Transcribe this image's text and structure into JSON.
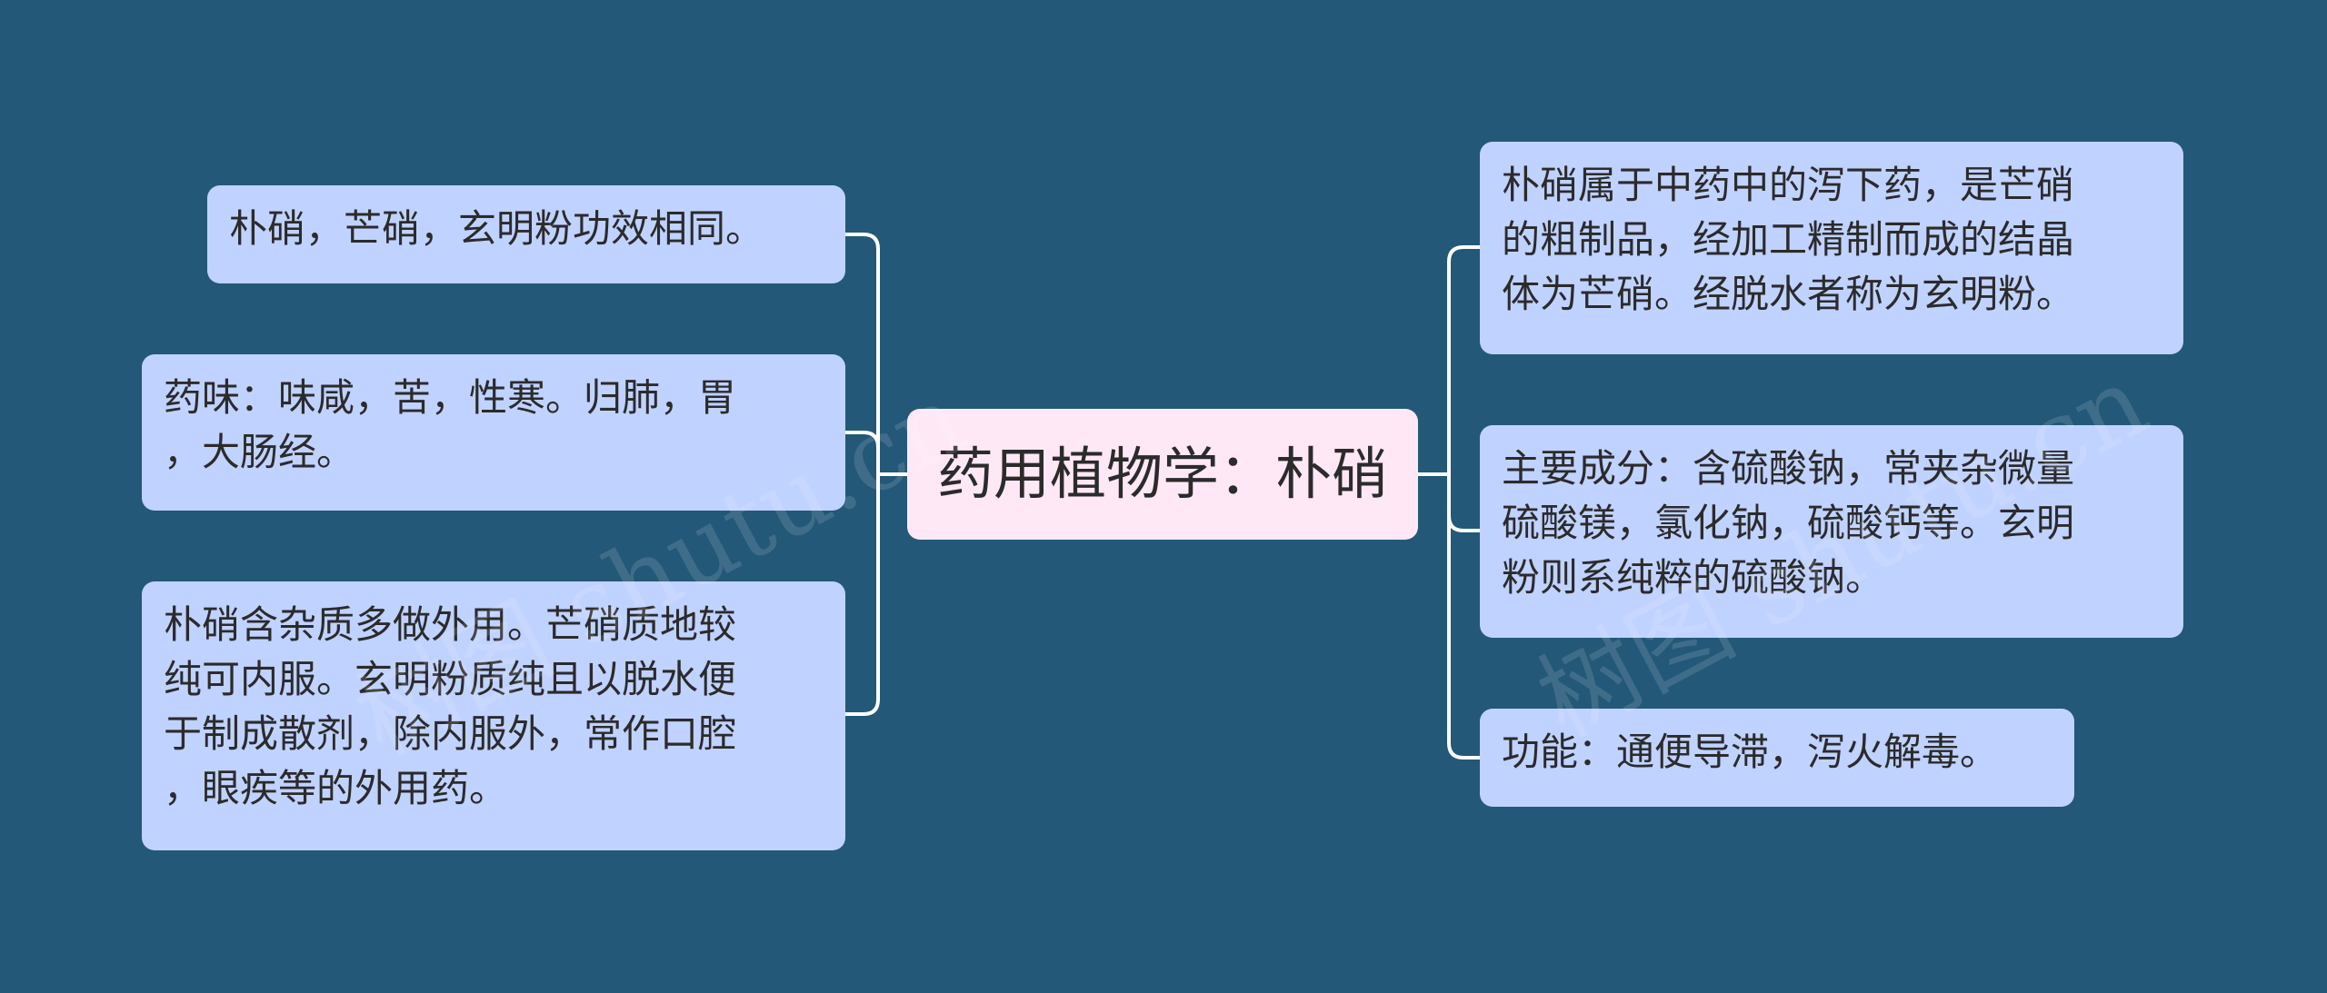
{
  "colors": {
    "background": "#235878",
    "root_fill": "#ffe8f6",
    "leaf_fill": "#c0d2ff",
    "connector": "#ffffff"
  },
  "root": {
    "label": "药用植物学：朴硝"
  },
  "left_branches": [
    {
      "lines": [
        "朴硝，芒硝，玄明粉功效相同。"
      ]
    },
    {
      "lines": [
        "药味：味咸，苦，性寒。归肺，胃",
        "，大肠经。"
      ]
    },
    {
      "lines": [
        "朴硝含杂质多做外用。芒硝质地较",
        "纯可内服。玄明粉质纯且以脱水便",
        "于制成散剂，除内服外，常作口腔",
        "，眼疾等的外用药。"
      ]
    }
  ],
  "right_branches": [
    {
      "lines": [
        "朴硝属于中药中的泻下药，是芒硝",
        "的粗制品，经加工精制而成的结晶",
        "体为芒硝。经脱水者称为玄明粉。"
      ]
    },
    {
      "lines": [
        "主要成分：含硫酸钠，常夹杂微量",
        "硫酸镁，氯化钠，硫酸钙等。玄明",
        "粉则系纯粹的硫酸钠。"
      ]
    },
    {
      "lines": [
        "功能：通便导滞，泻火解毒。"
      ]
    }
  ],
  "watermark": {
    "text": "树图 shutu.cn"
  }
}
